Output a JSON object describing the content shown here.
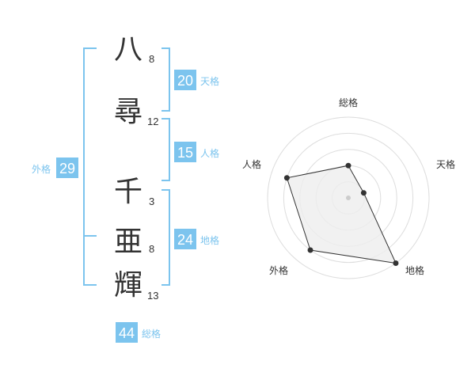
{
  "colors": {
    "bracket": "#7cc4ee",
    "badge": "#7cc4ee",
    "badge_text": "#ffffff",
    "char": "#333333",
    "ring": "#dddddd",
    "polygon_fill": "#eeeeee",
    "polygon_stroke": "#333333",
    "vertex": "#333333",
    "center": "#cccccc"
  },
  "name": {
    "surname": [
      {
        "char": "八",
        "strokes": "8"
      },
      {
        "char": "尋",
        "strokes": "12"
      }
    ],
    "given": [
      {
        "char": "千",
        "strokes": "3"
      },
      {
        "char": "亜",
        "strokes": "8"
      },
      {
        "char": "輝",
        "strokes": "13"
      }
    ]
  },
  "kaku": {
    "tenkaku": {
      "value": "20",
      "label": "天格"
    },
    "jinkaku": {
      "value": "15",
      "label": "人格"
    },
    "chikaku": {
      "value": "24",
      "label": "地格"
    },
    "gaikaku": {
      "value": "29",
      "label": "外格"
    },
    "soukaku": {
      "value": "44",
      "label": "総格"
    }
  },
  "chart_data": {
    "type": "radar",
    "axes": [
      "総格",
      "天格",
      "地格",
      "外格",
      "人格"
    ],
    "values": [
      2,
      1,
      5,
      4,
      4
    ],
    "range": [
      0,
      5
    ],
    "rings": 5
  }
}
